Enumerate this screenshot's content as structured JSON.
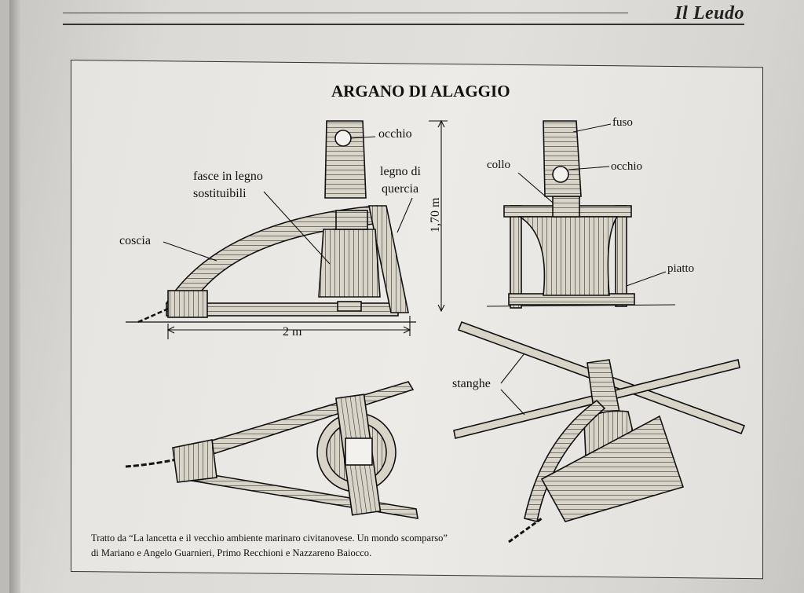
{
  "header": {
    "title": "Il Leudo"
  },
  "figure": {
    "title": "ARGANO DI ALAGGIO",
    "labels": {
      "occhio_side": "occhio",
      "fasce_line1": "fasce in legno",
      "fasce_line2": "sostituibili",
      "legno_line1": "legno di",
      "legno_line2": "quercia",
      "coscia": "coscia",
      "height": "1,70 m",
      "width": "2 m",
      "fuso": "fuso",
      "collo": "collo",
      "occhio_front": "occhio",
      "piatto": "piatto",
      "stanghe": "stanghe"
    }
  },
  "caption": {
    "line1": "Tratto da “La lancetta e il vecchio ambiente marinaro civitanovese. Un mondo scomparso”",
    "line2": "di Mariano e Angelo Guarnieri, Primo Recchioni e Nazzareno Baiocco."
  }
}
